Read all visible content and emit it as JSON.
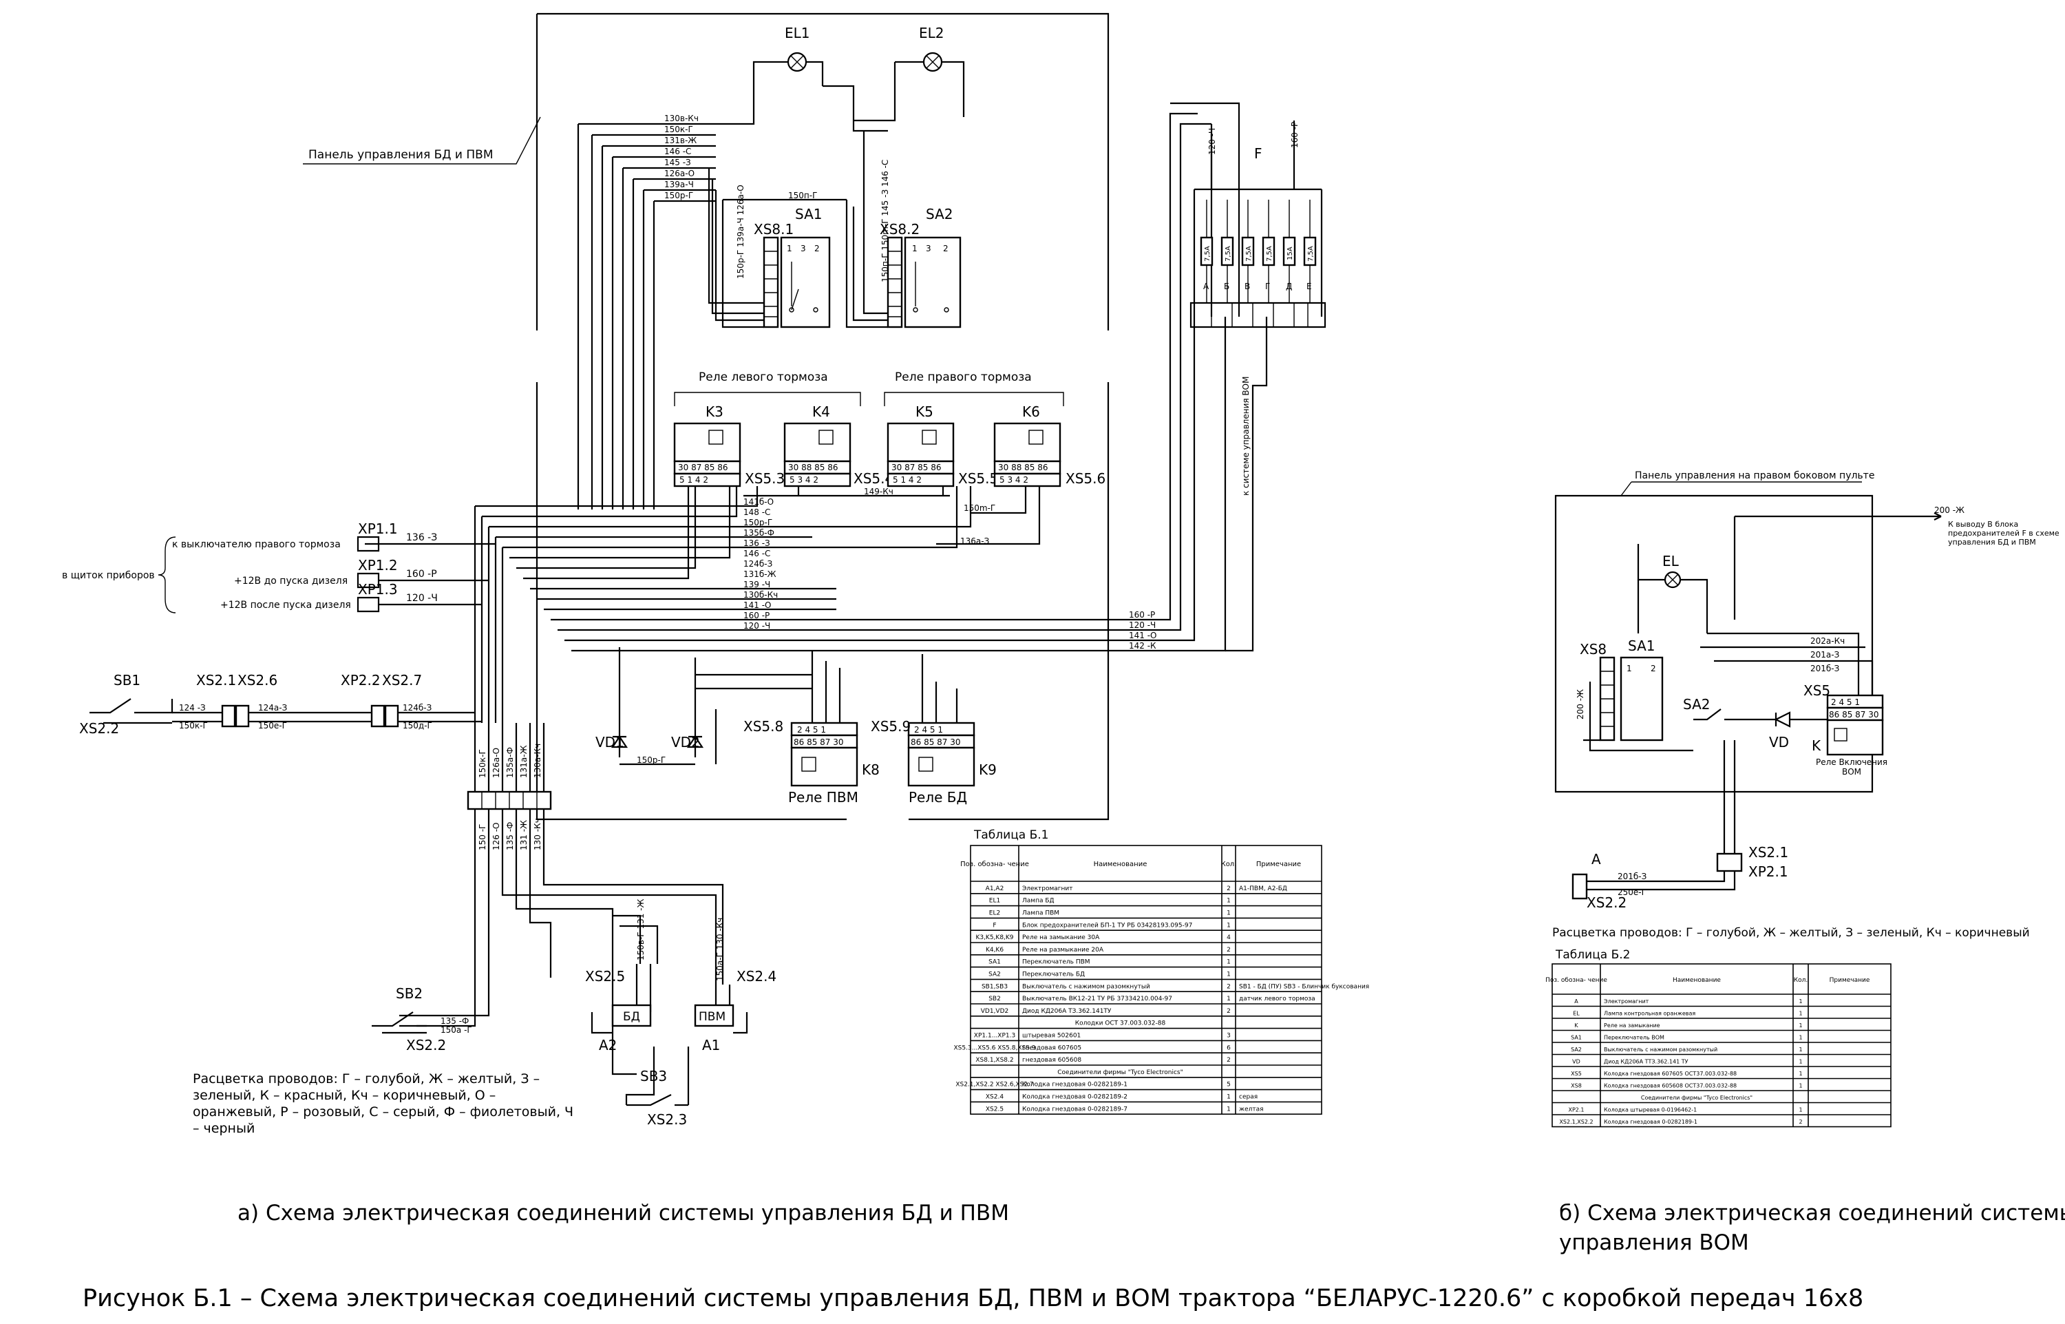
{
  "title_panel_bd": "Панель управления БД и ПВМ",
  "title_panel_vom": "Панель управления на правом боковом пульте",
  "lamps": [
    "EL1",
    "EL2",
    "EL"
  ],
  "switches": [
    "SA1",
    "SA2"
  ],
  "connectors": [
    "XS8.1",
    "XS8.2",
    "XS5.3",
    "XS5.4",
    "XS5.5",
    "XS5.6",
    "XS5.8",
    "XS5.9",
    "XS8",
    "XS5"
  ],
  "brake_relay_left": "Реле левого тормоза",
  "brake_relay_right": "Реле правого тормоза",
  "relays": [
    "K3",
    "K4",
    "K5",
    "K6",
    "K8",
    "K9",
    "K"
  ],
  "relay_pvm": "Реле ПВМ",
  "relay_bd": "Реле БД",
  "relay_vom": "Реле Включения ВОМ",
  "fuse_block": "F",
  "fuse_values": [
    "7,5А",
    "7,5А",
    "7,5А",
    "7,5А",
    "15А",
    "7,5А"
  ],
  "fuse_letters": [
    "А",
    "Б",
    "В",
    "Г",
    "Д",
    "Е"
  ],
  "xp_labels": [
    "XP1.1",
    "XP1.2",
    "XP1.3"
  ],
  "xp_notes": [
    "к выключателю правого тормоза",
    "+12В до пуска дизеля",
    "+12В после пуска дизеля"
  ],
  "instrument_panel": "в щиток приборов",
  "xp_wires": [
    "136 -З",
    "160 -Р",
    "120 -Ч"
  ],
  "vom_system_note": "к системе управления ВОМ",
  "diodes": [
    "VD1",
    "VD2",
    "VD"
  ],
  "sb_labels": [
    "SB1",
    "SB2",
    "SB3"
  ],
  "xs_plugs": [
    "XS2.2",
    "XS2.1",
    "XS2.6",
    "XP2.1",
    "XP2.2",
    "XS2.7",
    "XS2.5",
    "XS2.4",
    "XS2.3",
    "XS2.1"
  ],
  "actuators": [
    "БД",
    "ПВМ",
    "A2",
    "A1",
    "A"
  ],
  "wire_labels_top": [
    "130в-Кч",
    "150к-Г",
    "131в-Ж",
    "146 -С",
    "145 -З",
    "126а-О",
    "139а-Ч",
    "150р-Г"
  ],
  "wire_labels_main": [
    "141б-О",
    "148 -С",
    "150р-Г",
    "135б-Ф",
    "136 -З",
    "146 -С",
    "124б-З",
    "131б-Ж",
    "139 -Ч",
    "130б-Кч",
    "141 -О",
    "160 -Р",
    "120 -Ч"
  ],
  "wire_labels_right": [
    "160 -Р",
    "120 -Ч",
    "141 -О",
    "142 -К"
  ],
  "color_legend_a": "Расцветка проводов: Г – голубой, Ж – желтый, З – зеленый, К – красный, Кч – коричневый, О – оранжевый, Р – розовый, С – серый, Ф – фиолетовый, Ч – черный",
  "color_legend_b": "Расцветка проводов: Г – голубой, Ж – желтый, З – зеленый, Кч – коричневый",
  "vom_note": "К выводу B блока предохранителей F в схеме управления БД и ПВМ",
  "vom_wire": "200 -Ж",
  "table_b1": {
    "title": "Таблица Б.1",
    "headers": [
      "Поз. обозна- чение",
      "Наименование",
      "Кол.",
      "Примечание"
    ],
    "rows": [
      [
        "A1,A2",
        "Электромагнит",
        "2",
        "A1-ПВМ, A2-БД"
      ],
      [
        "EL1",
        "Лампа БД",
        "1",
        ""
      ],
      [
        "EL2",
        "Лампа ПВМ",
        "1",
        ""
      ],
      [
        "F",
        "Блок предохранителей БП-1 ТУ РБ 03428193.095-97",
        "1",
        ""
      ],
      [
        "K3,K5,K8,K9",
        "Реле на замыкание 30А",
        "4",
        ""
      ],
      [
        "K4,K6",
        "Реле на размыкание 20А",
        "2",
        ""
      ],
      [
        "SA1",
        "Переключатель ПВМ",
        "1",
        ""
      ],
      [
        "SA2",
        "Переключатель БД",
        "1",
        ""
      ],
      [
        "SB1,SB3",
        "Выключатель с нажимом разомкнутый",
        "2",
        "SB1 - БД (ПУ) SB3 - Блинчик буксования"
      ],
      [
        "SB2",
        "Выключатель ВК12-21 ТУ РБ 37334210.004-97",
        "1",
        "датчик левого тормоза"
      ],
      [
        "VD1,VD2",
        "Диод КД206А ТЗ.362.141ТУ",
        "2",
        ""
      ],
      [
        "",
        "Колодки ОСТ 37.003.032-88",
        "",
        ""
      ],
      [
        "XP1.1...XP1.3",
        "штыревая 502601",
        "3",
        ""
      ],
      [
        "XS5.3...XS5.6 XS5.8,XS5.9",
        "гнездовая 607605",
        "6",
        ""
      ],
      [
        "XS8.1,XS8.2",
        "гнездовая 605608",
        "2",
        ""
      ],
      [
        "",
        "Соединители фирмы \"Tyco Electronics\"",
        "",
        ""
      ],
      [
        "XS2.1,XS2.2 XS2.6,XS2.7",
        "Колодка гнездовая 0-0282189-1",
        "5",
        ""
      ],
      [
        "XS2.4",
        "Колодка гнездовая 0-0282189-2",
        "1",
        "серая"
      ],
      [
        "XS2.5",
        "Колодка гнездовая 0-0282189-7",
        "1",
        "желтая"
      ]
    ]
  },
  "table_b2": {
    "title": "Таблица Б.2",
    "headers": [
      "Поз. обозна- чение",
      "Наименование",
      "Кол.",
      "Примечание"
    ],
    "rows": [
      [
        "A",
        "Электромагнит",
        "1",
        ""
      ],
      [
        "EL",
        "Лампа контрольная оранжевая",
        "1",
        ""
      ],
      [
        "K",
        "Реле на замыкание",
        "1",
        ""
      ],
      [
        "SA1",
        "Переключатель ВОМ",
        "1",
        ""
      ],
      [
        "SA2",
        "Выключатель с нажимом разомкнутый",
        "1",
        ""
      ],
      [
        "VD",
        "Диод КД206А ТТЗ.362.141 ТУ",
        "1",
        ""
      ],
      [
        "XS5",
        "Колодка гнездовая 607605 ОСТ37.003.032-88",
        "1",
        ""
      ],
      [
        "XS8",
        "Колодка гнездовая 605608 ОСТ37.003.032-88",
        "1",
        ""
      ],
      [
        "",
        "Соединители фирмы \"Tyco Electronics\"",
        "",
        ""
      ],
      [
        "XP2.1",
        "Колодка штыревая 0-0196462-1",
        "1",
        ""
      ],
      [
        "XS2.1,XS2.2",
        "Колодка гнездовая 0-0282189-1",
        "2",
        ""
      ]
    ]
  },
  "caption_a": "а) Схема электрическая соединений системы управления БД и ПВМ",
  "caption_b_line1": "б) Схема электрическая соединений системы",
  "caption_b_line2": "управления ВОМ",
  "figure_caption": "Рисунок Б.1 – Схема электрическая соединений системы управления БД, ПВМ и ВОМ трактора “БЕЛАРУС-1220.6” с коробкой передач 16х8"
}
